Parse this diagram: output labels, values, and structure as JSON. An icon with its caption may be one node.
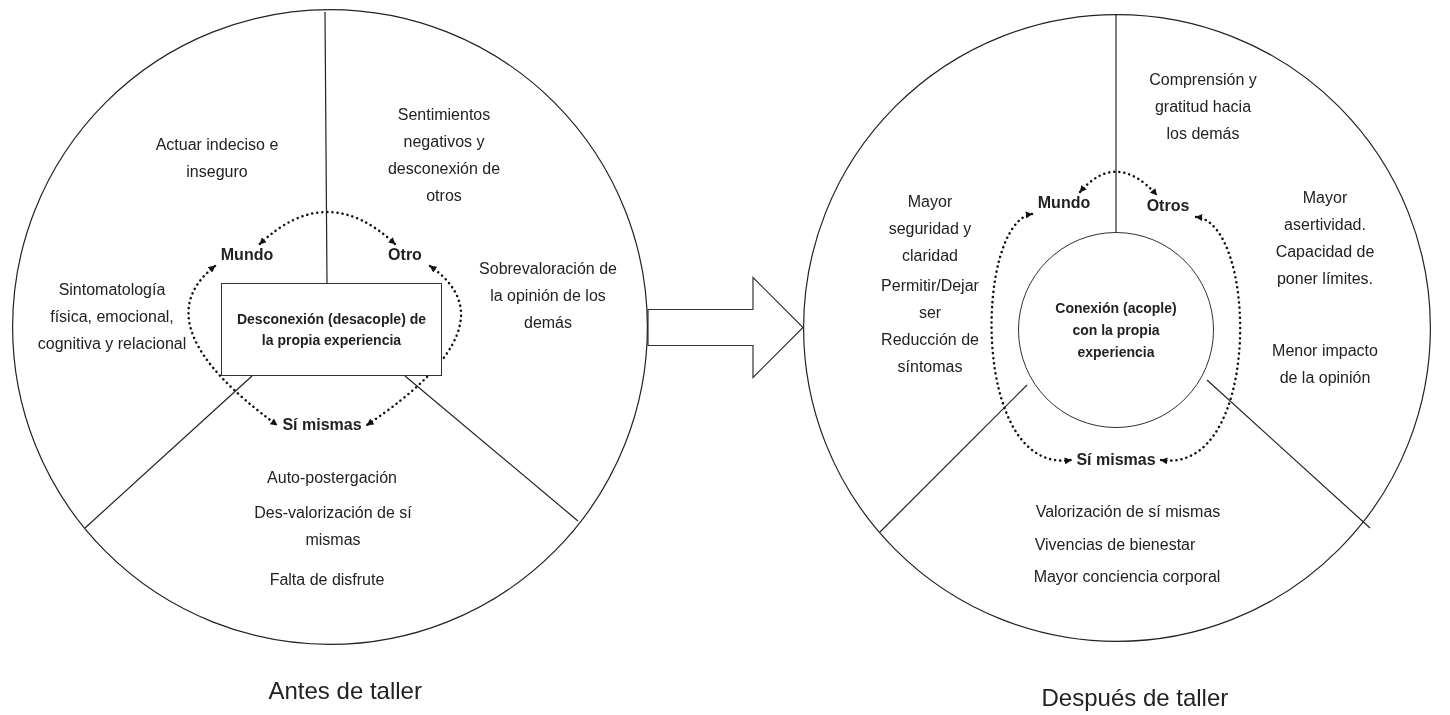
{
  "diagram": {
    "nodes": [
      {
        "text": [],
        "shape": "circle",
        "beside": [
          "Antes de taller"
        ]
      },
      {
        "text": [
          "Desconexión (desacople) de la propia experiencia"
        ],
        "in": 0
      },
      {
        "text": [
          "Mundo"
        ],
        "in": 0
      },
      {
        "text": [
          "Otro"
        ],
        "in": 0
      },
      {
        "text": [
          "Sí mismas"
        ],
        "in": 0
      },
      {
        "text": [],
        "shape": "circle",
        "beside": [
          "Después de taller"
        ]
      },
      {
        "text": [
          "Conexión (acople) con la propia experiencia"
        ],
        "in": 5
      },
      {
        "text": [
          "Mundo"
        ],
        "in": 5
      },
      {
        "text": [
          "Otros"
        ],
        "in": 5
      },
      {
        "text": [
          "Sí mismas"
        ],
        "in": 5
      }
    ],
    "edges": [
      {
        "from": 2,
        "to": 3,
        "arrow": "both",
        "style": "dashed"
      },
      {
        "from": 2,
        "to": 4,
        "arrow": "both",
        "style": "dashed"
      },
      {
        "from": 3,
        "to": 4,
        "arrow": "both",
        "style": "dashed"
      },
      {
        "from": 0,
        "to": 5,
        "arrow": "to"
      },
      {
        "from": 7,
        "to": 8,
        "arrow": "both",
        "style": "dashed"
      },
      {
        "from": 7,
        "to": 9,
        "arrow": "both",
        "style": "dashed"
      },
      {
        "from": 8,
        "to": 9,
        "arrow": "both",
        "style": "dashed"
      }
    ],
    "labels": [
      "Actuar indeciso e inseguro",
      "Sentimientos negativos y desconexión de otros",
      "Sobrevaloración de la opinión de los demás",
      "Sintomatología física, emocional, cognitiva y relacional",
      "Auto-postergación",
      "Des-valorización de sí mismas",
      "Falta de disfrute",
      "Comprensión y gratitud hacia los demás",
      "Mayor seguridad y claridad",
      "Permitir/Dejar ser",
      "Reducción de síntomas",
      "Mayor asertividad. Capacidad de poner límites.",
      "Menor impacto de la opinión",
      "Valorización de sí mismas",
      "Vivencias de bienestar",
      "Mayor conciencia corporal"
    ]
  }
}
